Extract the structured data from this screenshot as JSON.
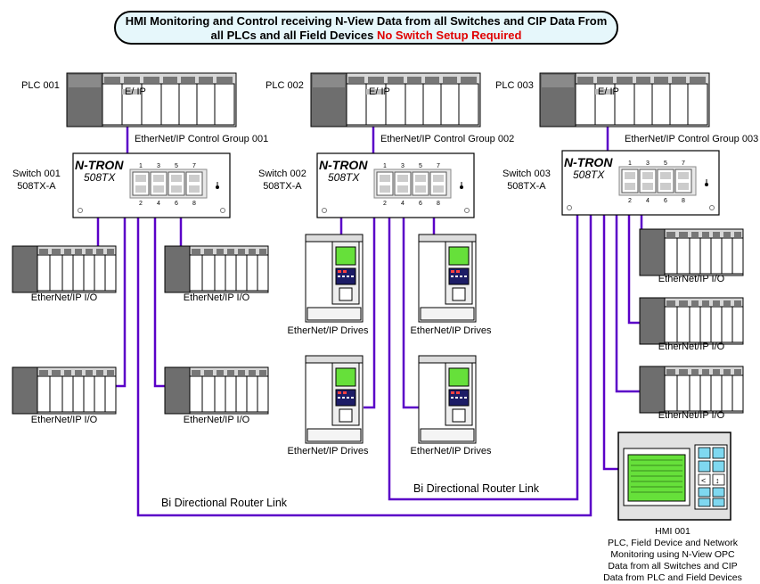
{
  "title": {
    "line1": "HMI Monitoring and Control receiving N-View Data from all Switches and CIP Data From",
    "line2_black": "all PLCs and all Field Devices",
    "line2_red": "No Switch Setup Required"
  },
  "colors": {
    "link": "#5a00c8",
    "title_bg": "#e6f7fb",
    "title_red": "#e00000",
    "screen": "#66e03a"
  },
  "plcs": [
    {
      "label": "PLC 001",
      "module": "E/ IP",
      "group": "EtherNet/IP Control Group 001"
    },
    {
      "label": "PLC 002",
      "module": "E/ IP",
      "group": "EtherNet/IP Control Group 002"
    },
    {
      "label": "PLC 003",
      "module": "E/ IP",
      "group": "EtherNet/IP Control Group 003"
    }
  ],
  "switches": [
    {
      "name": "Switch 001",
      "model": "508TX-A",
      "brand": "N-TRON",
      "product": "508TX"
    },
    {
      "name": "Switch 002",
      "model": "508TX-A",
      "brand": "N-TRON",
      "product": "508TX"
    },
    {
      "name": "Switch 003",
      "model": "508TX-A",
      "brand": "N-TRON",
      "product": "508TX"
    }
  ],
  "port_numbers_top": [
    "1",
    "3",
    "5",
    "7"
  ],
  "port_numbers_bottom": [
    "2",
    "4",
    "6",
    "8"
  ],
  "devices": {
    "io_label": "EtherNet/IP I/O",
    "drive_label": "EtherNet/IP Drives"
  },
  "router_links": [
    "Bi Directional Router Link",
    "Bi Directional Router Link"
  ],
  "hmi": {
    "name": "HMI 001",
    "caption_lines": [
      "PLC, Field Device and Network",
      "Monitoring using N-View OPC",
      "Data from all Switches and CIP",
      "Data from PLC and Field Devices"
    ],
    "keypad_glyphs": [
      "<",
      "↕"
    ]
  }
}
